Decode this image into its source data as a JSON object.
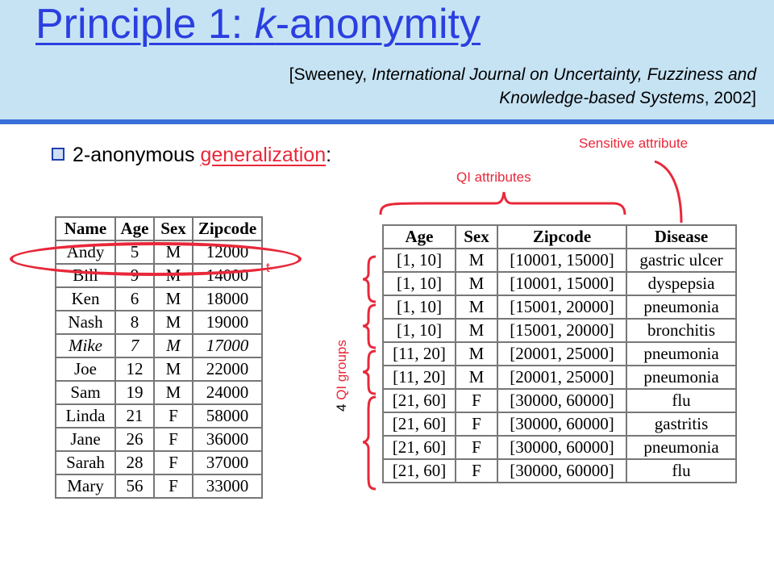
{
  "header": {
    "title_prefix": "Principle 1: ",
    "title_em": "k",
    "title_suffix": "-anonymity",
    "citation_open": "[Sweeney, ",
    "citation_journal_1": "International Journal on Uncertainty, Fuzziness and",
    "citation_journal_2": "Knowledge-based Systems",
    "citation_close": ", 2002]"
  },
  "bullet": {
    "prefix": "2-anonymous ",
    "keyword": "generalization",
    "suffix": ":"
  },
  "annotations": {
    "sensitive_attribute": "Sensitive attribute",
    "qi_attributes": "QI attributes",
    "qi_groups_count": "4",
    "qi_groups_text": "QI groups",
    "small_mark": "t"
  },
  "colors": {
    "header_bg": "#c6e3f4",
    "title_blue": "#2b3fe0",
    "annotation_red": "#e8283a",
    "header_rule": "#3a6fd8"
  },
  "original_table": {
    "headers": [
      "Name",
      "Age",
      "Sex",
      "Zipcode"
    ],
    "rows": [
      [
        "Andy",
        "5",
        "M",
        "12000"
      ],
      [
        "Bill",
        "9",
        "M",
        "14000"
      ],
      [
        "Ken",
        "6",
        "M",
        "18000"
      ],
      [
        "Nash",
        "8",
        "M",
        "19000"
      ],
      [
        "Mike",
        "7",
        "M",
        "17000"
      ],
      [
        "Joe",
        "12",
        "M",
        "22000"
      ],
      [
        "Sam",
        "19",
        "M",
        "24000"
      ],
      [
        "Linda",
        "21",
        "F",
        "58000"
      ],
      [
        "Jane",
        "26",
        "F",
        "36000"
      ],
      [
        "Sarah",
        "28",
        "F",
        "37000"
      ],
      [
        "Mary",
        "56",
        "F",
        "33000"
      ]
    ],
    "italic_row": 4
  },
  "generalized_table": {
    "headers": [
      "Age",
      "Sex",
      "Zipcode",
      "Disease"
    ],
    "rows": [
      [
        "[1, 10]",
        "M",
        "[10001, 15000]",
        "gastric ulcer"
      ],
      [
        "[1, 10]",
        "M",
        "[10001, 15000]",
        "dyspepsia"
      ],
      [
        "[1, 10]",
        "M",
        "[15001, 20000]",
        "pneumonia"
      ],
      [
        "[1, 10]",
        "M",
        "[15001, 20000]",
        "bronchitis"
      ],
      [
        "[11, 20]",
        "M",
        "[20001, 25000]",
        "pneumonia"
      ],
      [
        "[11, 20]",
        "M",
        "[20001, 25000]",
        "pneumonia"
      ],
      [
        "[21, 60]",
        "F",
        "[30000, 60000]",
        "flu"
      ],
      [
        "[21, 60]",
        "F",
        "[30000, 60000]",
        "gastritis"
      ],
      [
        "[21, 60]",
        "F",
        "[30000, 60000]",
        "pneumonia"
      ],
      [
        "[21, 60]",
        "F",
        "[30000, 60000]",
        "flu"
      ]
    ]
  }
}
